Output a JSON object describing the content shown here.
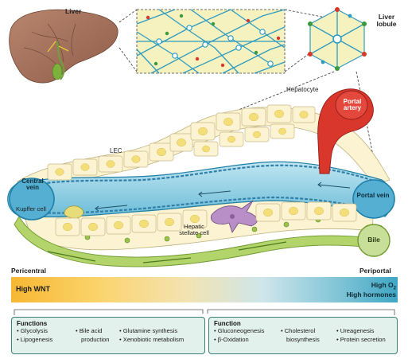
{
  "labels": {
    "liver": "Liver",
    "liver_lobule": "Liver lobule",
    "hepatocyte": "Hepatocyte",
    "portal_artery": "Portal artery",
    "lec": "LEC",
    "central_vein": "Central vein",
    "kupffer_cell": "Kupffer cell",
    "portal_vein": "Portal vein",
    "hepatic_stellate_cell": "Hepatic stellate cell",
    "bile": "Bile",
    "pericentral": "Pericentral",
    "periportal": "Periportal"
  },
  "gradient": {
    "left_text": "High WNT",
    "right_line1": "High O",
    "right_sub": "2",
    "right_line2": "High hormones"
  },
  "pericentral_box": {
    "heading": "Functions",
    "col1": [
      "• Glycolysis",
      "• Lipogenesis"
    ],
    "col2": [
      "• Bile acid",
      "production"
    ],
    "col3": [
      "• Glutamine synthesis",
      "• Xenobiotic metabolism"
    ]
  },
  "periportal_box": {
    "heading": "Function",
    "col1": [
      "• Gluconeogenesis",
      "• β-Oxidation"
    ],
    "col2": [
      "• Cholesterol",
      "biosynthesis"
    ],
    "col3": [
      "• Ureagenesis",
      "• Protein secretion"
    ]
  },
  "colors": {
    "hepatocyte": "#fbf3d2",
    "nucleus": "#f3de7a",
    "vessel": "#3a9cc0",
    "vessel_light": "#8fd0e4",
    "bile_duct": "#9cc24a",
    "artery": "#d9362c",
    "box_fill": "#e3f1ec",
    "box_border": "#3d7f72"
  }
}
